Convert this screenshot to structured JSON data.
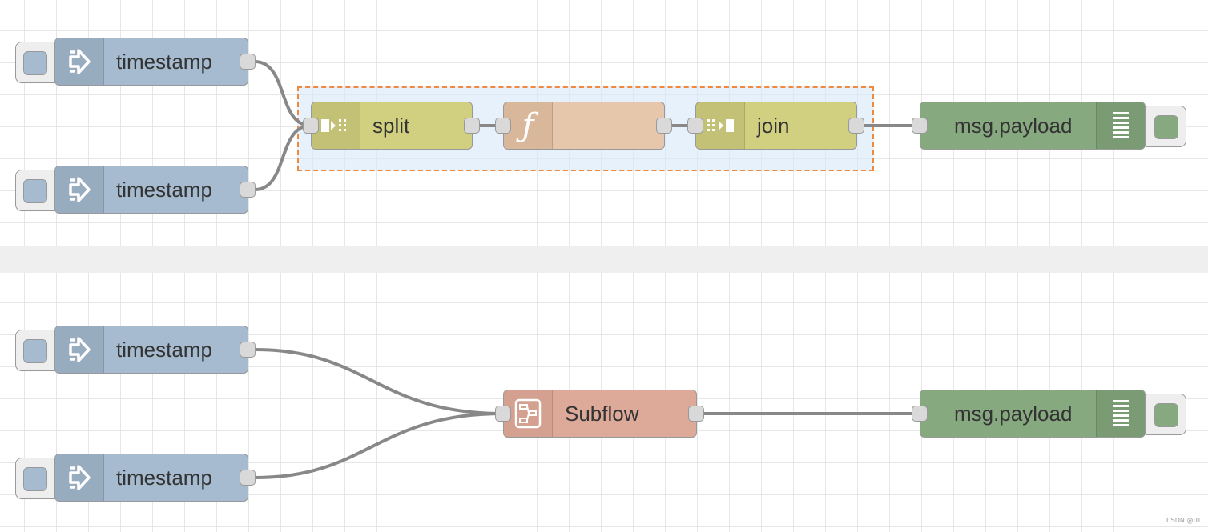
{
  "nodes": {
    "inject_1": {
      "label": "timestamp",
      "icon": "arrow-in-icon"
    },
    "inject_2": {
      "label": "timestamp",
      "icon": "arrow-in-icon"
    },
    "split": {
      "label": "split",
      "icon": "split-icon"
    },
    "function": {
      "label": "",
      "icon": "function-icon"
    },
    "join": {
      "label": "join",
      "icon": "join-icon"
    },
    "debug_1": {
      "label": "msg.payload",
      "icon": "debug-list-icon"
    },
    "inject_3": {
      "label": "timestamp",
      "icon": "arrow-in-icon"
    },
    "inject_4": {
      "label": "timestamp",
      "icon": "arrow-in-icon"
    },
    "subflow": {
      "label": "Subflow",
      "icon": "subflow-icon"
    },
    "debug_2": {
      "label": "msg.payload",
      "icon": "debug-list-icon"
    }
  },
  "colors": {
    "inject": "#a6bbcf",
    "split_join": "#d1d080",
    "function": "#e7c7ab",
    "debug": "#87a980",
    "subflow": "#ddaa99",
    "group_border": "#ef8a3d",
    "group_fill": "#dae9fb",
    "wire": "#888888"
  },
  "watermark": "CSDN @Ш"
}
